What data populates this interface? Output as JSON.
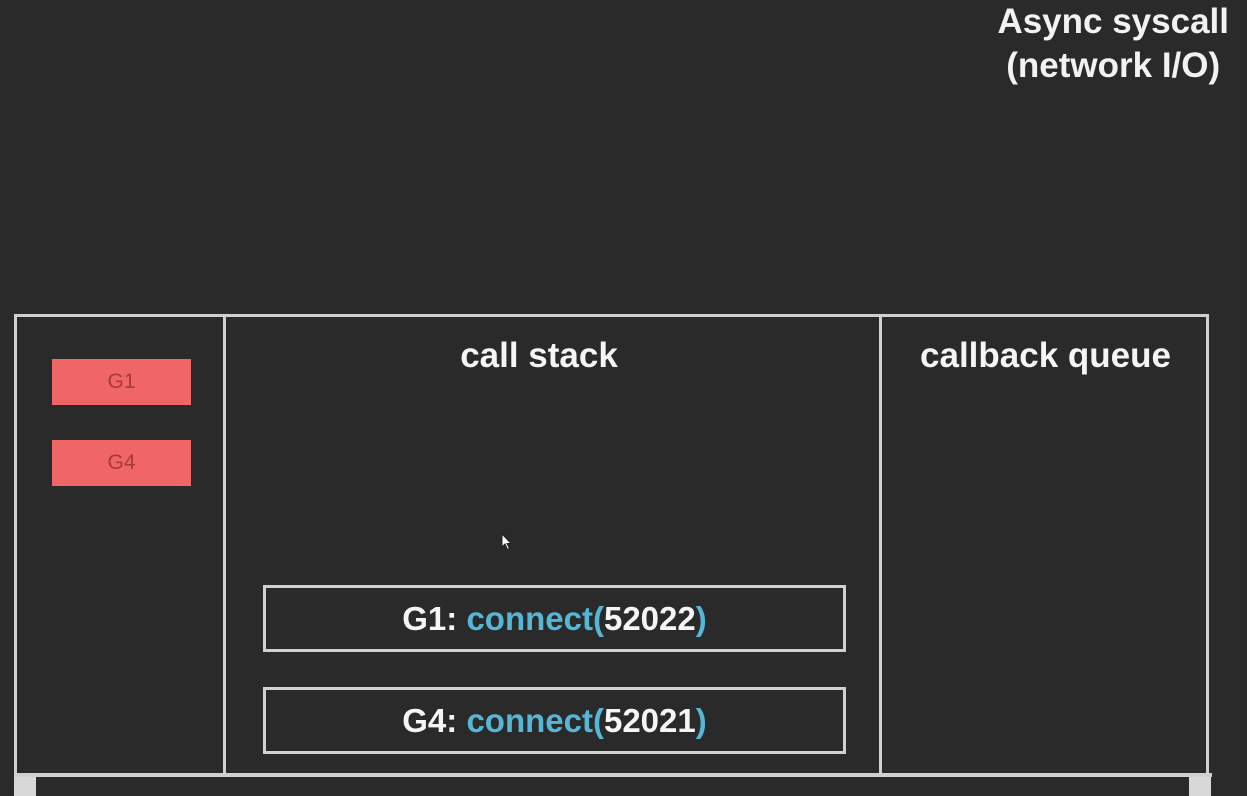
{
  "title": {
    "line1": "Async syscall",
    "line2": "(network I/O)"
  },
  "goroutines": [
    {
      "label": "G1"
    },
    {
      "label": "G4"
    }
  ],
  "columns": {
    "call_stack": "call stack",
    "callback_queue": "callback queue"
  },
  "call_stack": [
    {
      "id": "G1:",
      "fn": "connect",
      "open": "(",
      "arg": "52022",
      "close": ")"
    },
    {
      "id": "G4:",
      "fn": "connect",
      "open": "(",
      "arg": "52021",
      "close": ")"
    }
  ],
  "colors": {
    "background": "#2a2a2a",
    "border": "#d0d0d0",
    "goroutine_chip": "#f06666",
    "function_name": "#55b6d6"
  },
  "icons": {
    "cursor": "mouse-pointer-icon"
  }
}
